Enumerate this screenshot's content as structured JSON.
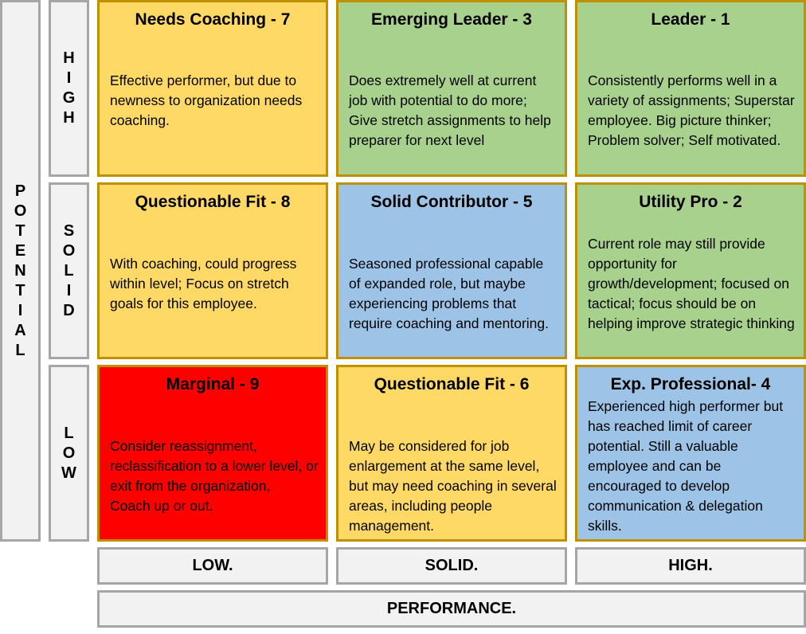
{
  "potential_label": "POTENTIAL",
  "rows": [
    "HIGH",
    "SOLID",
    "LOW"
  ],
  "columns": [
    "LOW.",
    "SOLID.",
    "HIGH."
  ],
  "performance_label": "PERFORMANCE.",
  "colors": {
    "yellow": "#ffd966",
    "green": "#a9d18e",
    "blue": "#9dc3e6",
    "red": "#ff0000"
  },
  "boxes": [
    {
      "title": "Needs Coaching - 7",
      "text": "Effective performer, but due to newness to organization needs coaching.",
      "color": "#ffd966"
    },
    {
      "title": "Emerging Leader - 3",
      "text": "Does extremely well at current job with potential to do more; Give stretch assignments to help preparer for next level",
      "color": "#a9d18e"
    },
    {
      "title": "Leader - 1",
      "text": "Consistently performs well in a variety of assignments; Superstar employee. Big picture thinker; Problem solver; Self motivated.",
      "color": "#a9d18e"
    },
    {
      "title": "Questionable Fit - 8",
      "text": "With coaching, could progress within level; Focus on stretch goals for this employee.",
      "color": "#ffd966"
    },
    {
      "title": "Solid Contributor - 5",
      "text": "Seasoned professional capable of expanded role, but maybe experiencing problems that require coaching and mentoring.",
      "color": "#9dc3e6"
    },
    {
      "title": "Utility Pro - 2",
      "text": "Current role may still provide opportunity for growth/development; focused on tactical; focus should be on helping improve strategic thinking",
      "color": "#a9d18e"
    },
    {
      "title": "Marginal - 9",
      "text": "Consider reassignment, reclassification to a lower level, or exit from the organization,\nCoach up or out.",
      "color": "#ff0000"
    },
    {
      "title": "Questionable Fit - 6",
      "text": "May be considered for job enlargement at the same level, but may need coaching in several areas, including people management.",
      "color": "#ffd966"
    },
    {
      "title": "Exp. Professional- 4",
      "text": "Experienced high performer but has reached limit of career potential. Still a valuable employee and can be encouraged to develop communication & delegation skills.",
      "color": "#9dc3e6"
    }
  ]
}
